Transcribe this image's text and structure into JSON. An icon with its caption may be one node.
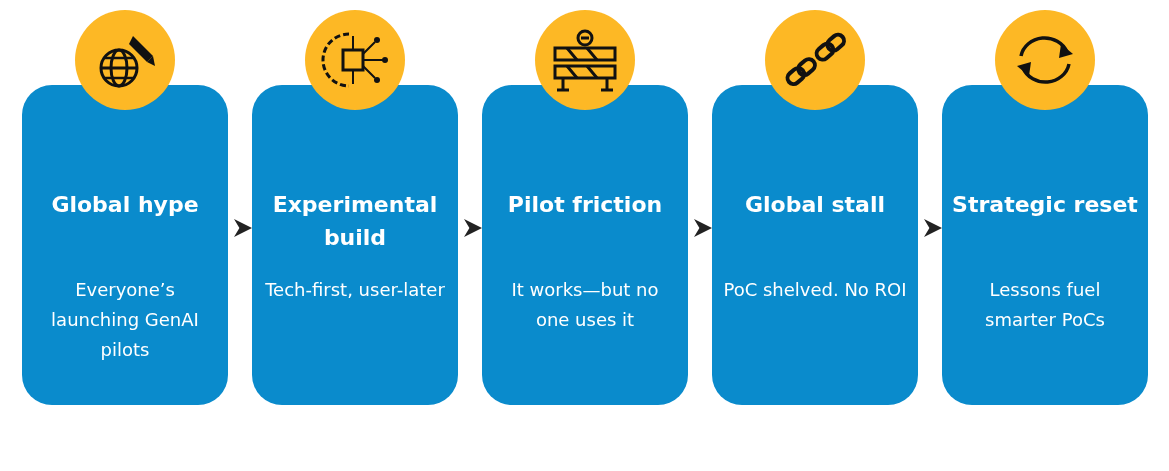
{
  "diagram": {
    "nodes": [
      {
        "text": [
          "Global hype",
          "Everyone’s launching GenAI pilots"
        ]
      },
      {
        "text": [
          "Experimental build",
          "Tech-first, user-later"
        ]
      },
      {
        "text": [
          "Pilot friction",
          "It works—but no one uses it"
        ]
      },
      {
        "text": [
          "Global stall",
          "PoC shelved. No ROI"
        ]
      },
      {
        "text": [
          "Strategic reset",
          "Lessons fuel smarter PoCs"
        ]
      }
    ],
    "edges": [
      {
        "from": 0,
        "to": 1,
        "arrow": "to"
      },
      {
        "from": 1,
        "to": 2,
        "arrow": "to"
      },
      {
        "from": 2,
        "to": 3,
        "arrow": "to"
      },
      {
        "from": 3,
        "to": 4,
        "arrow": "to"
      }
    ]
  }
}
